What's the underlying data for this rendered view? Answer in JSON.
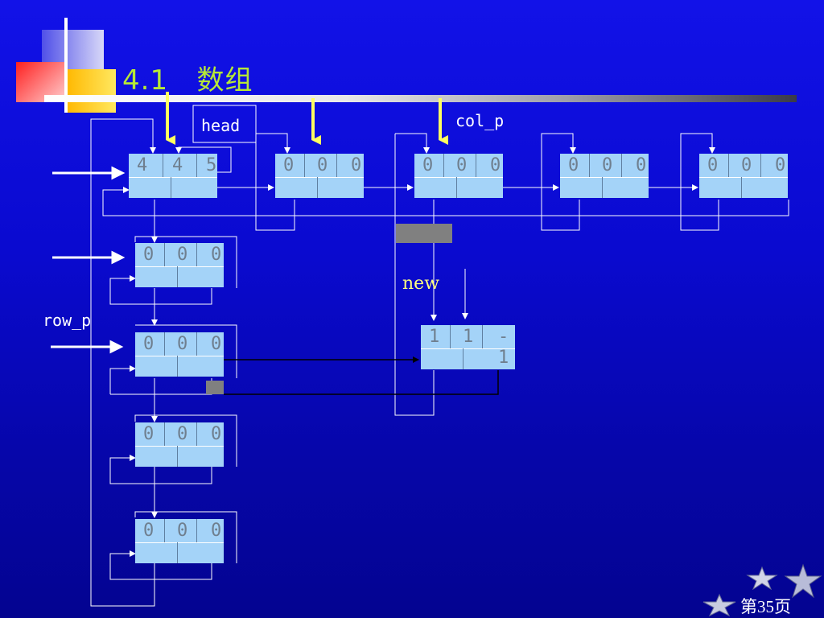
{
  "slide": {
    "section_number": "4.1",
    "section_title": "数组",
    "page_label": "第35页"
  },
  "labels": {
    "head": "head",
    "col_p": "col_p",
    "row_p": "row_p",
    "new": "new"
  },
  "nodes": {
    "head_node": [
      "4",
      "4",
      "5"
    ],
    "column_heads": [
      [
        "0",
        "0",
        "0"
      ],
      [
        "0",
        "0",
        "0"
      ],
      [
        "0",
        "0",
        "0"
      ],
      [
        "0",
        "0",
        "0"
      ]
    ],
    "row_heads": [
      [
        "0",
        "0",
        "0"
      ],
      [
        "0",
        "0",
        "0"
      ],
      [
        "0",
        "0",
        "0"
      ],
      [
        "0",
        "0",
        "0"
      ]
    ],
    "new_node": [
      "1",
      "1",
      "-1"
    ]
  },
  "colors": {
    "background": "#0a0ad0",
    "title": "#b6e836",
    "node_fill": "#a4d3f8",
    "pointer_arrow": "#ffff60",
    "link_line": "#ffffff",
    "placeholder_block": "#808080"
  }
}
